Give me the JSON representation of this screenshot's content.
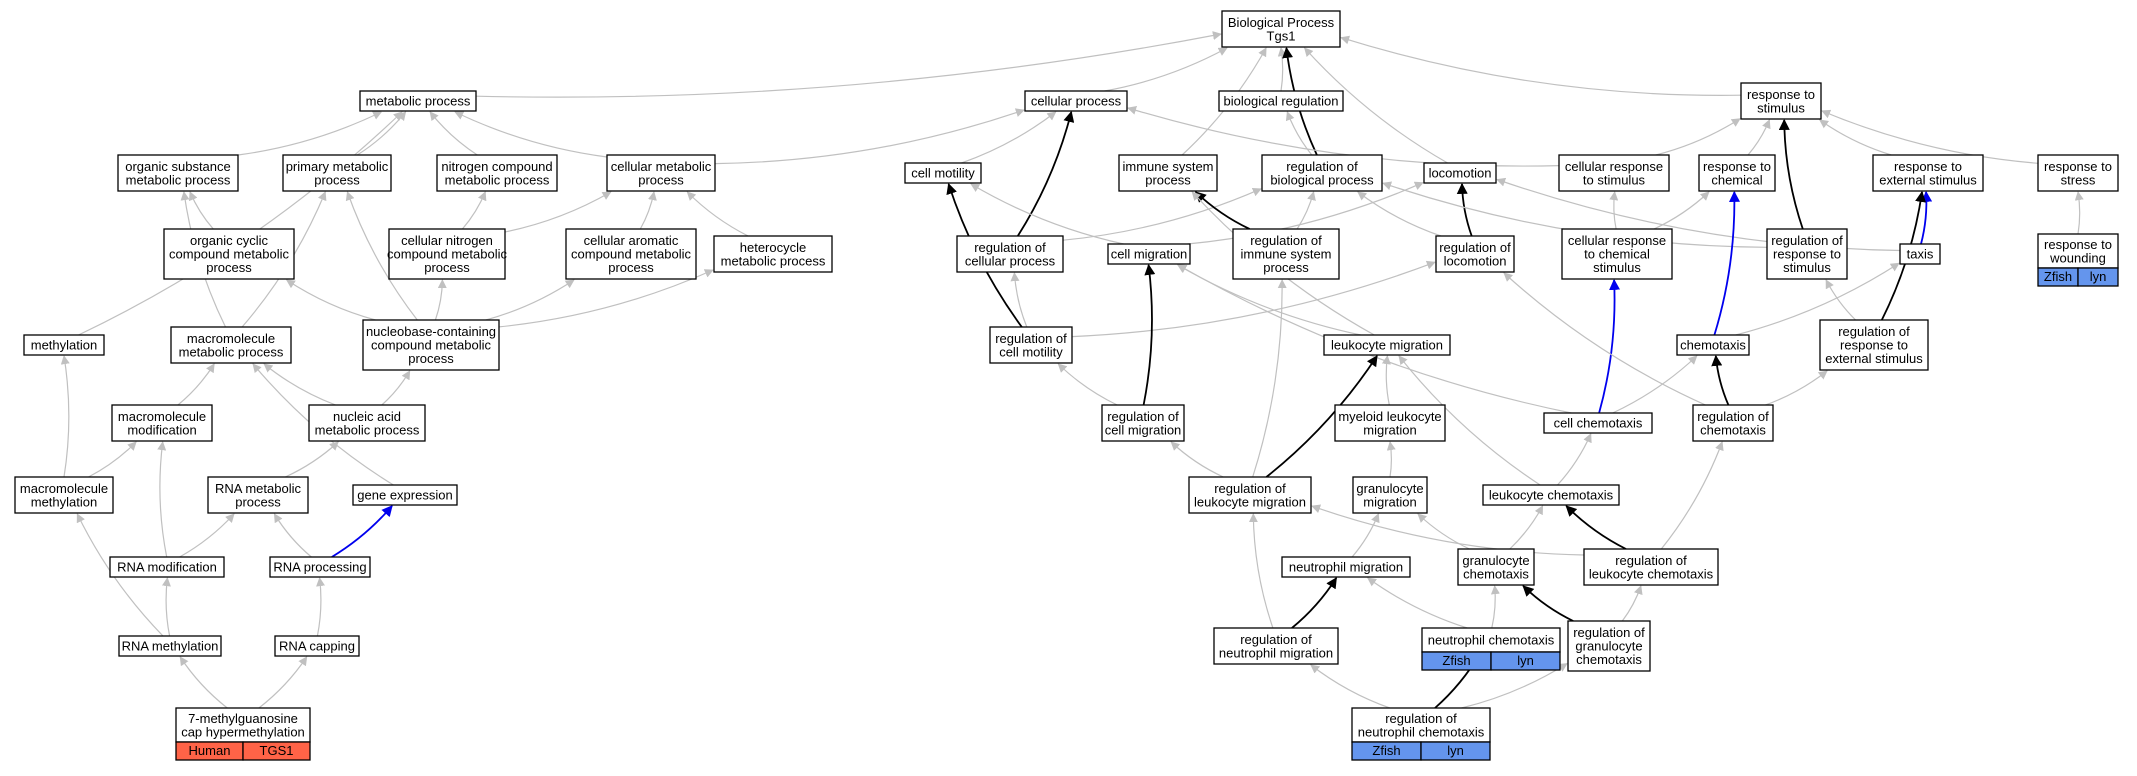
{
  "colors": {
    "edge_default": "#c0c0c0",
    "edge_strong": "#000000",
    "edge_blue": "#0000ee",
    "human_annotation": "#ff6347",
    "zfish_annotation": "#6495ed",
    "node_fill": "#ffffff",
    "node_stroke": "#000000"
  },
  "nodes": {
    "bp": [
      "Biological Process",
      "Tgs1"
    ],
    "metabolic": [
      "metabolic process"
    ],
    "cellular_process": [
      "cellular process"
    ],
    "bio_reg": [
      "biological regulation"
    ],
    "resp_stim": [
      "response to",
      "stimulus"
    ],
    "org_subst": [
      "organic substance",
      "metabolic process"
    ],
    "primary_met": [
      "primary metabolic",
      "process"
    ],
    "nitrogen_comp": [
      "nitrogen compound",
      "metabolic process"
    ],
    "cell_met": [
      "cellular metabolic",
      "process"
    ],
    "cell_motility": [
      "cell motility"
    ],
    "immune": [
      "immune system",
      "process"
    ],
    "reg_bio": [
      "regulation of",
      "biological process"
    ],
    "locomotion": [
      "locomotion"
    ],
    "cell_resp_stim": [
      "cellular response",
      "to stimulus"
    ],
    "resp_chem": [
      "response to",
      "chemical"
    ],
    "resp_ext": [
      "response to",
      "external stimulus"
    ],
    "resp_stress": [
      "response to",
      "stress"
    ],
    "org_cyclic": [
      "organic cyclic",
      "compound metabolic",
      "process"
    ],
    "cell_nitrogen": [
      "cellular nitrogen",
      "compound metabolic",
      "process"
    ],
    "cell_arom": [
      "cellular aromatic",
      "compound metabolic",
      "process"
    ],
    "hetero": [
      "heterocycle",
      "metabolic process"
    ],
    "reg_cell_proc": [
      "regulation of",
      "cellular process"
    ],
    "cell_migration": [
      "cell migration"
    ],
    "reg_immune": [
      "regulation of",
      "immune system",
      "process"
    ],
    "reg_loco": [
      "regulation of",
      "locomotion"
    ],
    "cell_resp_chem": [
      "cellular response",
      "to chemical",
      "stimulus"
    ],
    "reg_resp_stim": [
      "regulation of",
      "response to",
      "stimulus"
    ],
    "taxis": [
      "taxis"
    ],
    "resp_wound": [
      "response to",
      "wounding"
    ],
    "methylation": [
      "methylation"
    ],
    "macromol_met": [
      "macromolecule",
      "metabolic process"
    ],
    "nucleobase": [
      "nucleobase-containing",
      "compound metabolic",
      "process"
    ],
    "reg_cell_mot": [
      "regulation of",
      "cell motility"
    ],
    "leuk_mig": [
      "leukocyte migration"
    ],
    "chemotaxis": [
      "chemotaxis"
    ],
    "reg_resp_ext": [
      "regulation of",
      "response to",
      "external stimulus"
    ],
    "macromol_mod": [
      "macromolecule",
      "modification"
    ],
    "nucleic_acid": [
      "nucleic acid",
      "metabolic process"
    ],
    "reg_cell_mig": [
      "regulation of",
      "cell migration"
    ],
    "myeloid": [
      "myeloid leukocyte",
      "migration"
    ],
    "cell_chemotaxis": [
      "cell chemotaxis"
    ],
    "reg_chemotaxis": [
      "regulation of",
      "chemotaxis"
    ],
    "macromol_meth": [
      "macromolecule",
      "methylation"
    ],
    "rna_met": [
      "RNA metabolic",
      "process"
    ],
    "gene_expr": [
      "gene expression"
    ],
    "reg_leuk_mig": [
      "regulation of",
      "leukocyte migration"
    ],
    "gran_mig": [
      "granulocyte",
      "migration"
    ],
    "leuk_chemo": [
      "leukocyte chemotaxis"
    ],
    "rna_mod": [
      "RNA modification"
    ],
    "rna_proc": [
      "RNA processing"
    ],
    "neut_mig": [
      "neutrophil migration"
    ],
    "gran_chemo": [
      "granulocyte",
      "chemotaxis"
    ],
    "reg_leuk_chemo": [
      "regulation of",
      "leukocyte chemotaxis"
    ],
    "reg_neut_mig": [
      "regulation of",
      "neutrophil migration"
    ],
    "neut_chemo": [
      "neutrophil chemotaxis"
    ],
    "reg_gran_chemo": [
      "regulation of",
      "granulocyte",
      "chemotaxis"
    ],
    "rna_meth": [
      "RNA methylation"
    ],
    "rna_cap": [
      "RNA capping"
    ],
    "cap_hyper": [
      "7-methylguanosine",
      "cap hypermethylation"
    ],
    "reg_neut_chemo": [
      "regulation of",
      "neutrophil chemotaxis"
    ]
  },
  "annotations": {
    "resp_wound": [
      "Zfish",
      "lyn"
    ],
    "neut_chemo": [
      "Zfish",
      "lyn"
    ],
    "reg_neut_chemo": [
      "Zfish",
      "lyn"
    ],
    "cap_hyper": [
      "Human",
      "TGS1"
    ]
  }
}
